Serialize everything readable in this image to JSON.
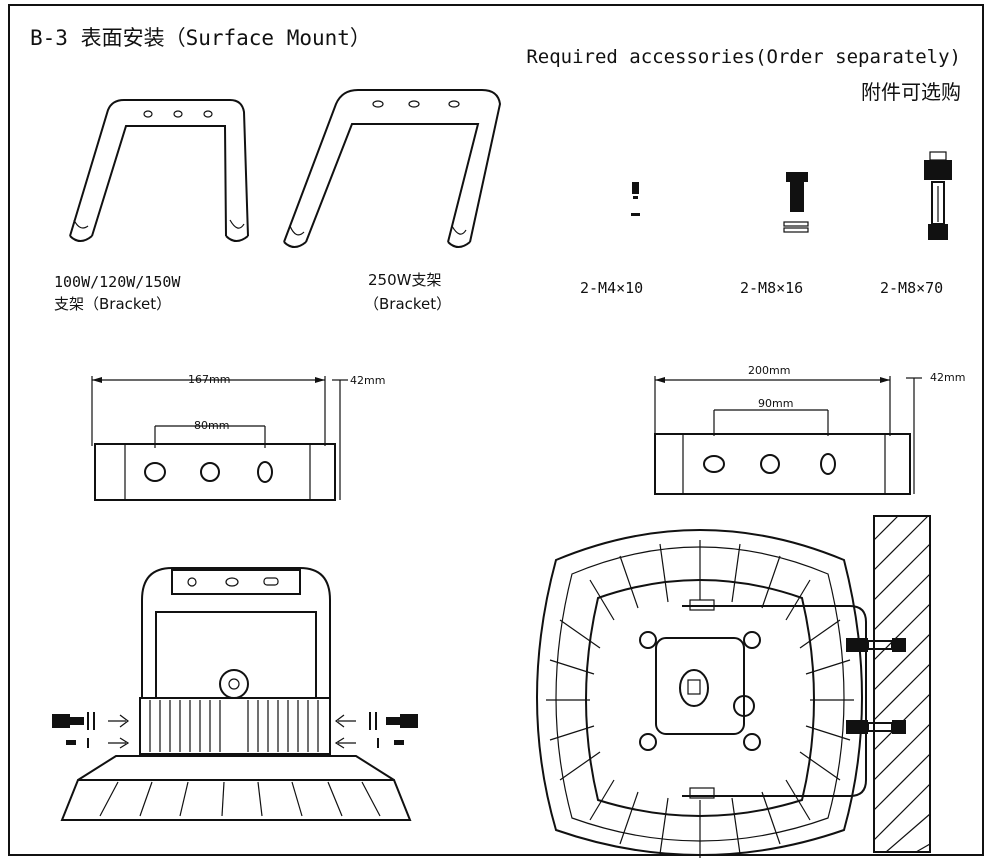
{
  "title": "B-3 表面安装（Surface Mount）",
  "accessories": {
    "heading": "Required accessories(Order separately)",
    "heading_cn": "附件可选购"
  },
  "brackets": [
    {
      "line1": "100W/120W/150W",
      "line2": "支架（Bracket）"
    },
    {
      "line1": "250W支架",
      "line2": "（Bracket）"
    }
  ],
  "screws": [
    {
      "label": "2-M4×10"
    },
    {
      "label": "2-M8×16"
    },
    {
      "label": "2-M8×70"
    }
  ],
  "dimensions_left": {
    "width": "167mm",
    "hole_spacing": "80mm",
    "height": "42mm"
  },
  "dimensions_right": {
    "width": "200mm",
    "hole_spacing": "90mm",
    "height": "42mm"
  }
}
